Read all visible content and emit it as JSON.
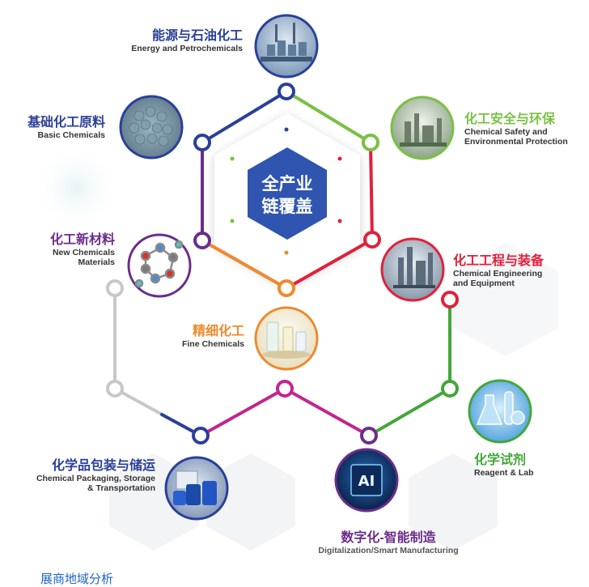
{
  "colors": {
    "navy": "#2a3f9a",
    "blue": "#1f5fbf",
    "green": "#7ac043",
    "red": "#e2203a",
    "orange": "#ee8a2c",
    "purple": "#6a2d8a",
    "magenta": "#c2258f",
    "gray": "#c8c8c8",
    "deepgreen": "#43a63a",
    "center_fill": "#2f55b0"
  },
  "center": {
    "line1": "全产业",
    "line2": "链覆盖"
  },
  "nodes": {
    "energy": {
      "zh": "能源与石油化工",
      "en": "Energy and Petrochemicals",
      "icon": "refinery-photo-icon"
    },
    "basic": {
      "zh": "基础化工原料",
      "en": "Basic Chemicals",
      "icon": "pellets-photo-icon"
    },
    "safety": {
      "zh": "化工安全与环保",
      "en1": "Chemical Safety and",
      "en2": "Environmental Protection",
      "icon": "plant-photo-icon"
    },
    "newmat": {
      "zh": "化工新材料",
      "en1": "New Chemicals",
      "en2": "Materials",
      "icon": "molecule-icon"
    },
    "engineering": {
      "zh": "化工工程与装备",
      "en1": "Chemical Engineering",
      "en2": "and Equipment",
      "icon": "equipment-photo-icon"
    },
    "fine": {
      "zh": "精细化工",
      "en": "Fine Chemicals",
      "icon": "flask-photo-icon"
    },
    "reagent": {
      "zh": "化学试剂",
      "en": "Reagent & Lab",
      "icon": "glassware-photo-icon"
    },
    "packaging": {
      "zh": "化学品包装与储运",
      "en1": "Chemical Packaging, Storage",
      "en2": "& Transportation",
      "icon": "barrels-photo-icon"
    },
    "digital": {
      "zh": "数字化-智能制造",
      "en": "Digitalization/Smart Manufacturing",
      "icon": "ai-chip-icon"
    }
  },
  "footer": {
    "text": "展商地域分析"
  }
}
